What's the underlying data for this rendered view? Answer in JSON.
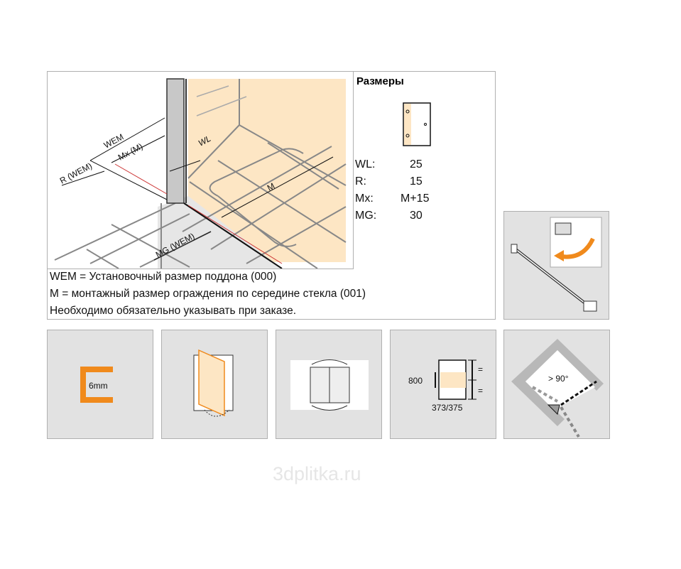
{
  "dimensions_panel": {
    "title": "Размеры",
    "rows": [
      {
        "key": "WL:",
        "value": "25"
      },
      {
        "key": "R:",
        "value": "15"
      },
      {
        "key": "Mx:",
        "value": "M+15"
      },
      {
        "key": "MG:",
        "value": "30"
      }
    ]
  },
  "diagram_labels": {
    "wem": "WEM",
    "mx": "Mx (M)",
    "r": "R (WEM)",
    "wl": "WL",
    "m": "M",
    "mg": "MG (WEM)"
  },
  "notes": [
    "WEM = Установочный размер поддона (000)",
    "M = монтажный размер ограждения по середине стекла (001)",
    "Необходимо обязательно указывать при заказе."
  ],
  "tiles": {
    "glass_thickness": "6mm",
    "height_800": "800",
    "width_373": "373/375",
    "equal": "=",
    "angle": "> 90°"
  },
  "watermark": "3dplitka.ru",
  "colors": {
    "accent": "#f08a1c",
    "glass": "#fde6c4",
    "tile_bg": "#e2e2e2"
  }
}
